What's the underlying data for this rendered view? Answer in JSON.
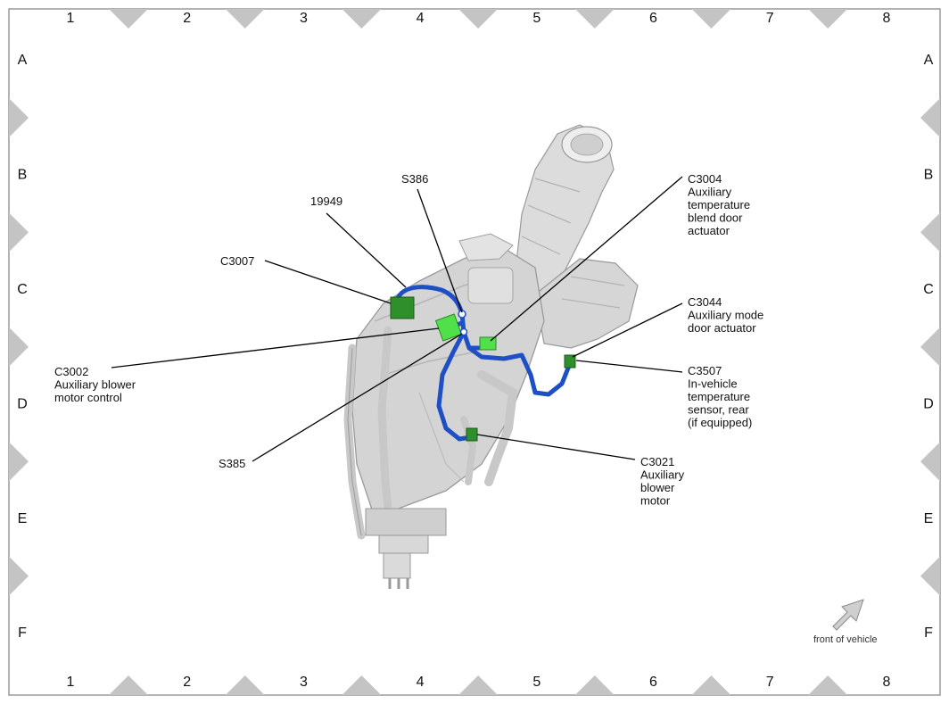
{
  "grid": {
    "columns": [
      "1",
      "2",
      "3",
      "4",
      "5",
      "6",
      "7",
      "8"
    ],
    "rows": [
      "A",
      "B",
      "C",
      "D",
      "E",
      "F"
    ]
  },
  "callouts": {
    "c3007": [
      "C3007"
    ],
    "n19949": [
      "19949"
    ],
    "s386": [
      "S386"
    ],
    "c3004": [
      "C3004",
      "Auxiliary",
      "temperature",
      "blend door",
      "actuator"
    ],
    "c3044": [
      "C3044",
      "Auxiliary mode",
      "door actuator"
    ],
    "c3507": [
      "C3507",
      "In-vehicle",
      "temperature",
      "sensor, rear",
      "(if equipped)"
    ],
    "c3002": [
      "C3002",
      "Auxiliary blower",
      "motor control"
    ],
    "s385": [
      "S385"
    ],
    "c3021": [
      "C3021",
      "Auxiliary",
      "blower",
      "motor"
    ]
  },
  "orientation": {
    "label": "front of vehicle",
    "icon": "arrow-up-right-icon"
  },
  "colors": {
    "harness": "#1f4fc4",
    "connector_light": "#4fe04a",
    "connector_dark": "#2f8f2a",
    "housing": "#d8d8d8",
    "frame_marker": "#c4c4c4"
  }
}
